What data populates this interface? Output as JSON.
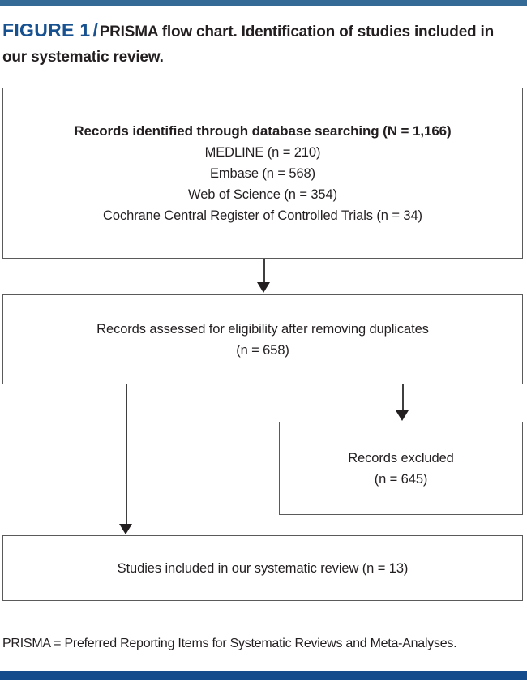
{
  "colors": {
    "top_rule": "#336b96",
    "bottom_rule": "#154c8c",
    "figure_label": "#17518f",
    "text": "#231f20",
    "box_border": "#5a5a5a"
  },
  "heading": {
    "label": "FIGURE 1",
    "separator": "/",
    "caption": "PRISMA flow chart. Identification of studies included in our systematic review."
  },
  "chart_data": {
    "type": "diagram",
    "title": "PRISMA flow chart. Identification of studies included in our systematic review.",
    "nodes": [
      {
        "id": "identified",
        "lines": [
          {
            "text": "Records identified through database searching (N = 1,166)",
            "bold": true
          },
          {
            "text": "MEDLINE (n = 210)",
            "bold": false
          },
          {
            "text": "Embase (n = 568)",
            "bold": false
          },
          {
            "text": "Web of Science (n = 354)",
            "bold": false
          },
          {
            "text": "Cochrane Central Register of Controlled Trials (n = 34)",
            "bold": false
          }
        ],
        "total": 1166,
        "sources": [
          {
            "name": "MEDLINE",
            "n": 210
          },
          {
            "name": "Embase",
            "n": 568
          },
          {
            "name": "Web of Science",
            "n": 354
          },
          {
            "name": "Cochrane Central Register of Controlled Trials",
            "n": 34
          }
        ]
      },
      {
        "id": "assessed",
        "lines": [
          {
            "text": "Records assessed for eligibility after removing duplicates",
            "bold": false
          },
          {
            "text": "(n = 658)",
            "bold": false
          }
        ],
        "n": 658
      },
      {
        "id": "excluded",
        "lines": [
          {
            "text": "Records excluded",
            "bold": false
          },
          {
            "text": "(n = 645)",
            "bold": false
          }
        ],
        "n": 645
      },
      {
        "id": "included",
        "lines": [
          {
            "text": "Studies included in our systematic review (n = 13)",
            "bold": false
          }
        ],
        "n": 13
      }
    ],
    "edges": [
      {
        "from": "identified",
        "to": "assessed",
        "direction": "down"
      },
      {
        "from": "assessed",
        "to": "excluded",
        "direction": "down-right"
      },
      {
        "from": "assessed",
        "to": "included",
        "direction": "down-left"
      }
    ]
  },
  "footnote": "PRISMA = Preferred Reporting Items for Systematic Reviews and Meta-Analyses."
}
